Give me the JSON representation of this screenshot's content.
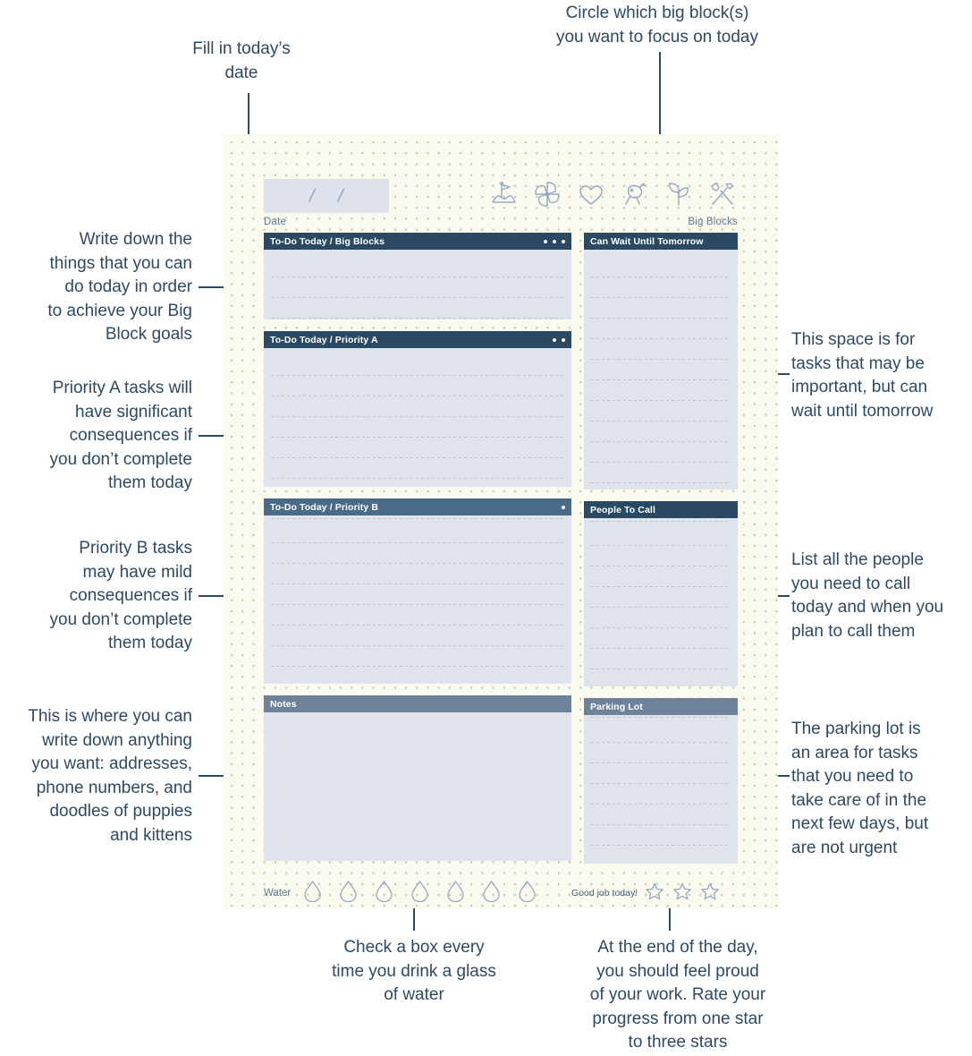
{
  "planner": {
    "date": {
      "label": "Date",
      "value": "",
      "separators": [
        "/",
        "/"
      ]
    },
    "big_blocks": {
      "label": "Big Blocks",
      "icons": [
        "mountain-flag-icon",
        "pinwheel-icon",
        "heart-icon",
        "piggy-bank-icon",
        "sprout-icon",
        "tools-icon"
      ]
    },
    "panels_left": [
      {
        "title": "To-Do Today / Big Blocks",
        "style": "dark",
        "dots": 3,
        "lines": 3,
        "body_height": 78
      },
      {
        "title": "To-Do Today / Priority A",
        "style": "dark",
        "dots": 2,
        "lines": 6,
        "body_height": 155
      },
      {
        "title": "To-Do Today / Priority B",
        "style": "blue",
        "dots": 1,
        "lines": 8,
        "body_height": 188
      },
      {
        "title": "Notes",
        "style": "gray",
        "dots": 0,
        "lines": 0,
        "body_height": 166
      }
    ],
    "panels_right": [
      {
        "title": "Can Wait Until Tomorrow",
        "style": "dark",
        "dots": 0,
        "lines": 11,
        "body_height": 268
      },
      {
        "title": "People To Call",
        "style": "dark",
        "dots": 0,
        "lines": 8,
        "body_height": 188
      },
      {
        "title": "Parking Lot",
        "style": "gray",
        "dots": 0,
        "lines": 7,
        "body_height": 166
      }
    ],
    "footer": {
      "water_label": "Water",
      "water_count": 7,
      "rating_label": "Good job today!",
      "star_count": 3
    }
  },
  "annotations": [
    {
      "id": "date",
      "text": "Fill in today’s\ndate"
    },
    {
      "id": "bigblocks",
      "text": "Circle which big block(s)\nyou want to focus on today"
    },
    {
      "id": "todo",
      "text": "Write down the\nthings that you can\ndo today in order\nto achieve your Big\nBlock goals"
    },
    {
      "id": "prioritya",
      "text": "Priority A tasks will\nhave significant\nconsequences if\nyou don’t complete\nthem today"
    },
    {
      "id": "priorityb",
      "text": "Priority B tasks\nmay have mild\nconsequences if\nyou don’t complete\nthem today"
    },
    {
      "id": "notes",
      "text": "This is where you can\nwrite down anything\nyou want: addresses,\nphone numbers, and\ndoodles of puppies\nand kittens"
    },
    {
      "id": "canwait",
      "text": "This space is for\ntasks that may be\nimportant, but can\nwait until tomorrow"
    },
    {
      "id": "peoplecall",
      "text": "List all the people\nyou need to call\ntoday and when you\nplan to call them"
    },
    {
      "id": "parkinglot",
      "text": "The parking lot is\nan area for tasks\nthat you need to\ntake care of in the\nnext few days, but\nare not urgent"
    },
    {
      "id": "water",
      "text": "Check a box every\ntime you drink a glass\nof water"
    },
    {
      "id": "stars",
      "text": "At the end of the day,\nyou should feel proud\nof your work. Rate your\nprogress from one star\nto three stars"
    }
  ],
  "colors": {
    "ink": "#2d4a63",
    "paper": "#fbfaef",
    "panel_body": "#dfe3ec",
    "header_dark": "#2a4a64",
    "header_blue": "#4a6b88",
    "header_gray": "#6e8299",
    "date_box": "#dde2ec"
  }
}
